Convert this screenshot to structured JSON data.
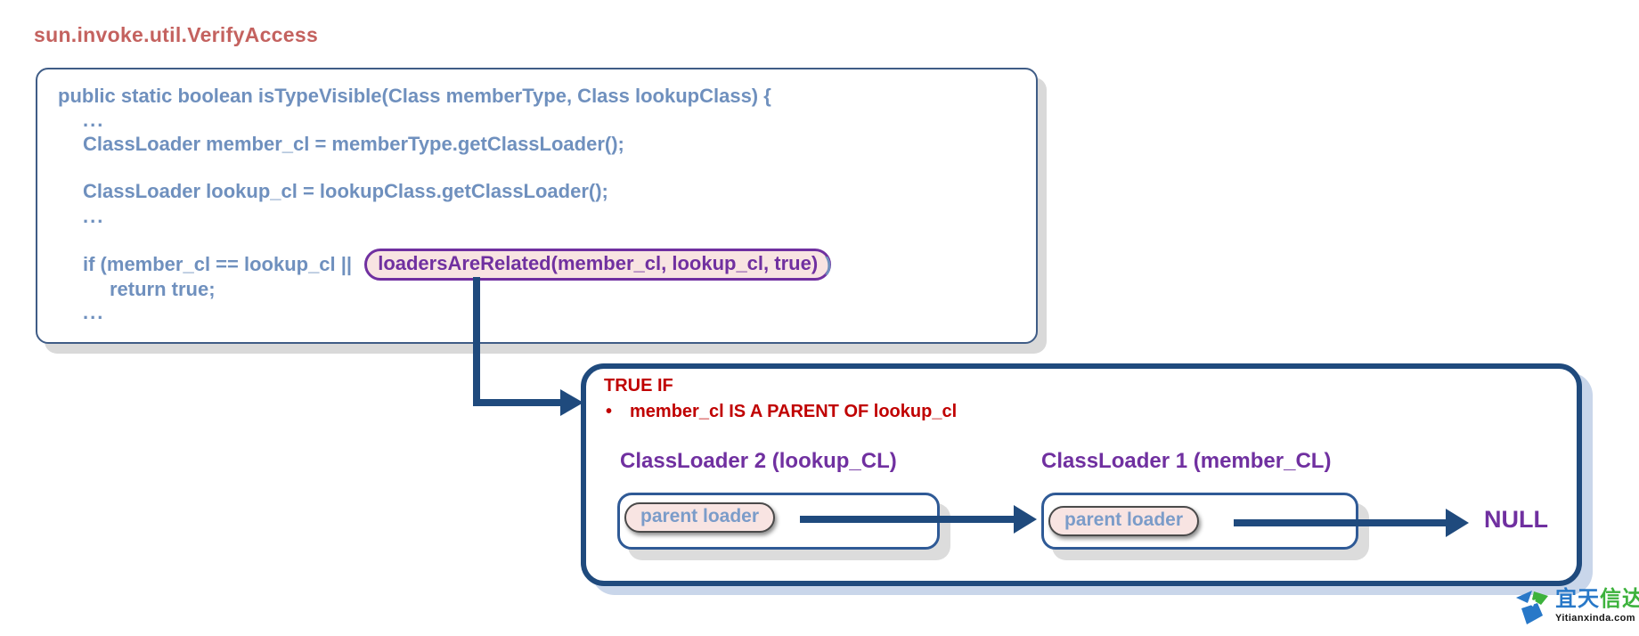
{
  "title": "sun.invoke.util.VerifyAccess",
  "code_box": {
    "signature": "public static boolean isTypeVisible(Class memberType, Class lookupClass) {",
    "ellipsis1": "...",
    "member_cl_line": "ClassLoader member_cl = memberType.getClassLoader();",
    "lookup_cl_line": "ClassLoader lookup_cl = lookupClass.getClassLoader();",
    "ellipsis2": "...",
    "if_prefix": "if (member_cl == lookup_cl || ",
    "highlighted_call": "loadersAreRelated(member_cl, lookup_cl, true)",
    "if_suffix": ")",
    "return_line": "return true;",
    "ellipsis3": "..."
  },
  "callout": {
    "heading": "TRUE IF",
    "bullet_glyph": "•",
    "bullet_text": "member_cl IS A PARENT OF lookup_cl",
    "loader2_label": "ClassLoader 2 (lookup_CL)",
    "loader1_label": "ClassLoader 1 (member_CL)",
    "parent_loader_2": "parent loader",
    "parent_loader_1": "parent loader",
    "null_label": "NULL"
  },
  "watermark": {
    "brand_cn_blue": "宜天",
    "brand_cn_green": "信达",
    "domain": "Yitianxinda.com"
  },
  "colors": {
    "title_red": "#c4625f",
    "code_blue": "#6f90be",
    "highlight_purple": "#7030a0",
    "highlight_pink_bg": "#f8e4e2",
    "navy_arrow": "#1f4a7d",
    "callout_red": "#c00000",
    "callout_shadow_blue": "#c9d6ea",
    "box_shadow_gray": "#d9d9d9",
    "brand_blue": "#2878c8",
    "brand_green": "#3cb23c"
  }
}
